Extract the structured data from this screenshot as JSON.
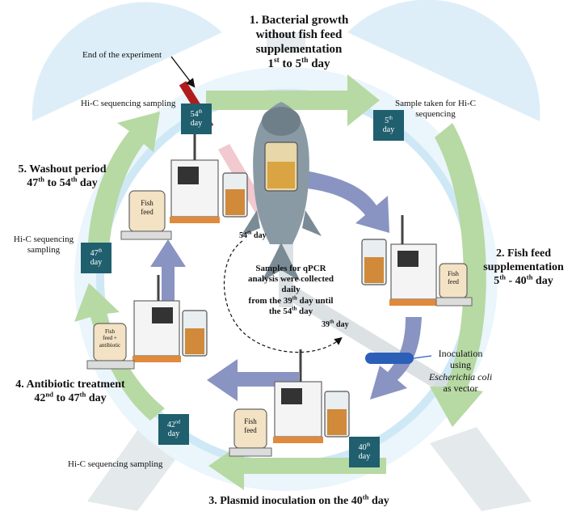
{
  "stages": [
    {
      "title_1": "1.  Bacterial growth",
      "title_2": "without fish feed",
      "title_3": "supplementation",
      "days_pre": "1",
      "days_sup1": "st",
      "days_mid": " to 5",
      "days_sup2": "th",
      "days_post": " day"
    },
    {
      "title_1": "2. Fish feed",
      "title_2": "supplementation",
      "days_pre": "5",
      "days_sup1": "th",
      "days_mid": " - 40",
      "days_sup2": "th",
      "days_post": " day"
    },
    {
      "title_1": "3. Plasmid inoculation on the 40",
      "title_sup": "th",
      "title_post": " day"
    },
    {
      "title_1": "4. Antibiotic treatment",
      "days_pre": "42",
      "days_sup1": "nd",
      "days_mid": " to 47",
      "days_sup2": "th",
      "days_post": " day"
    },
    {
      "title_1": "5. Washout period",
      "days_pre": "47",
      "days_sup1": "th",
      "days_mid": " to 54",
      "days_sup2": "th",
      "days_post": " day"
    }
  ],
  "day_tags": [
    {
      "num": "54",
      "sup": "th",
      "word": "day"
    },
    {
      "num": "5",
      "sup": "th",
      "word": "day"
    },
    {
      "num": "40",
      "sup": "th",
      "word": "day"
    },
    {
      "num": "42",
      "sup": "nd",
      "word": "day"
    },
    {
      "num": "47",
      "sup": "th",
      "word": "day"
    }
  ],
  "annotations": {
    "end_experiment": "End of the experiment",
    "hic_top_left": "Hi-C sequencing sampling",
    "sample_taken_1": "Sample taken for Hi-C",
    "sample_taken_2": "sequencing",
    "hic_left_1": "Hi-C  sequencing",
    "hic_left_2": "sampling",
    "hic_bottom": "Hi-C sequencing sampling",
    "inoculation_1": "Inoculation",
    "inoculation_2": "using",
    "inoculation_3": "Escherichia coli",
    "inoculation_4": "as vector"
  },
  "center": {
    "day54_num": "54",
    "day54_sup": "th",
    "day54_word": " day",
    "line1": "Samples for qPCR",
    "line2": "analysis were collected",
    "line3": "daily",
    "line4_pre": "from the 39",
    "line4_sup": "th",
    "line4_post": " day until",
    "line5_pre": "the 54",
    "line5_sup": "th",
    "line5_post": " day",
    "day39_num": "39",
    "day39_sup": "th",
    "day39_word": " day"
  },
  "vessel_labels": {
    "fish_feed_1": "Fish",
    "fish_feed_2": "feed",
    "fish_feed_right_1": "Fish",
    "fish_feed_right_2": "feed",
    "fish_feed_bottom_1": "Fish",
    "fish_feed_bottom_2": "feed",
    "fish_antibiotic_1": "Fish",
    "fish_antibiotic_2": "feed +",
    "fish_antibiotic_3": "antibiotic"
  },
  "colors": {
    "cycle_arrow": "#b7d9a3",
    "inner_arrow": "#8a94c2",
    "day_tag": "#1f5f6e",
    "end_marker": "#b01c1c",
    "clock_face": "#e3f2fb",
    "clock_ring": "#cfe8f5"
  }
}
